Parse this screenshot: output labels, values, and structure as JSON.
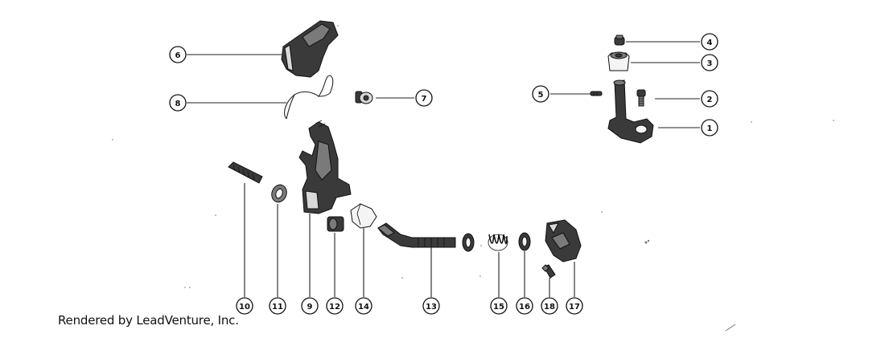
{
  "credit_text": "Rendered by LeadVenture, Inc.",
  "callouts": [
    {
      "id": "callout-1",
      "label": "1"
    },
    {
      "id": "callout-2",
      "label": "2"
    },
    {
      "id": "callout-3",
      "label": "3"
    },
    {
      "id": "callout-4",
      "label": "4"
    },
    {
      "id": "callout-5",
      "label": "5"
    },
    {
      "id": "callout-6",
      "label": "6"
    },
    {
      "id": "callout-7",
      "label": "7"
    },
    {
      "id": "callout-8",
      "label": "8"
    },
    {
      "id": "callout-9",
      "label": "9"
    },
    {
      "id": "callout-10",
      "label": "10"
    },
    {
      "id": "callout-11",
      "label": "11"
    },
    {
      "id": "callout-12",
      "label": "12"
    },
    {
      "id": "callout-13",
      "label": "13"
    },
    {
      "id": "callout-14",
      "label": "14"
    },
    {
      "id": "callout-15",
      "label": "15"
    },
    {
      "id": "callout-16",
      "label": "16"
    },
    {
      "id": "callout-17",
      "label": "17"
    },
    {
      "id": "callout-18",
      "label": "18"
    }
  ]
}
